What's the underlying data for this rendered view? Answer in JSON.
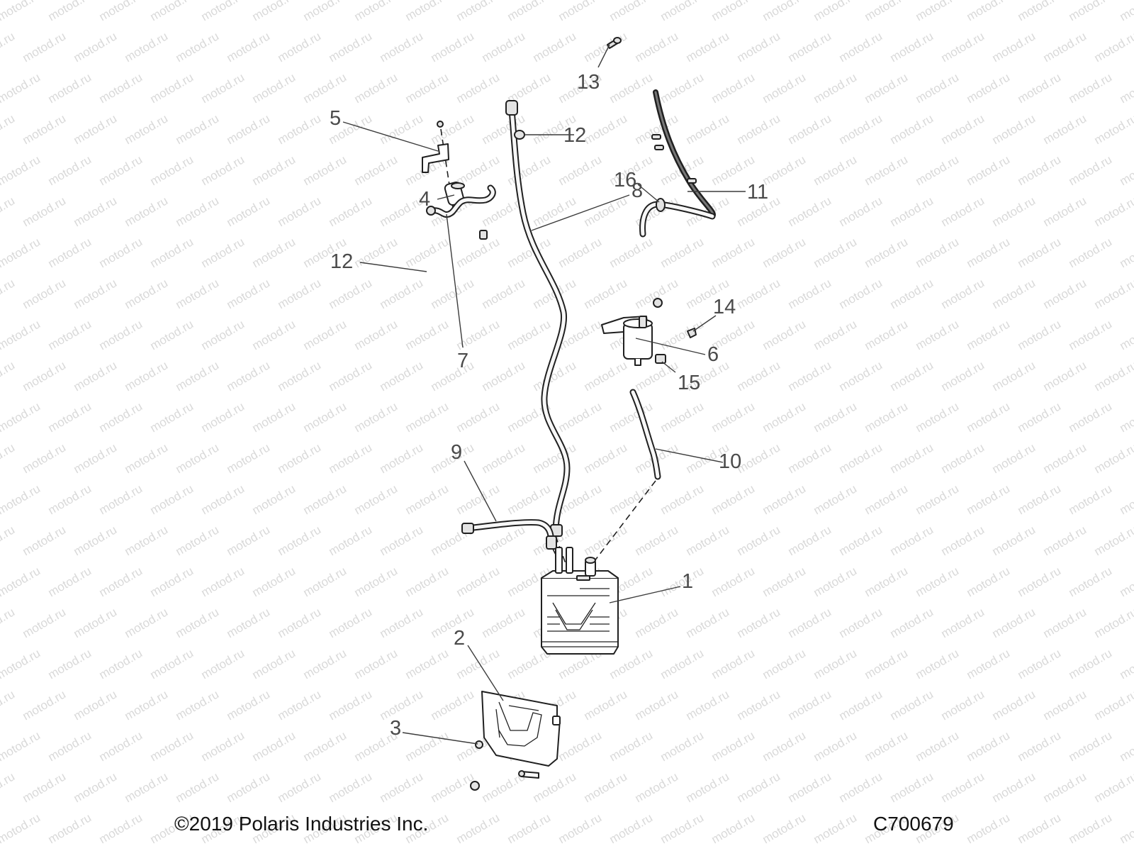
{
  "callouts": [
    {
      "id": "1",
      "label": "1"
    },
    {
      "id": "2",
      "label": "2"
    },
    {
      "id": "3",
      "label": "3"
    },
    {
      "id": "4",
      "label": "4"
    },
    {
      "id": "5",
      "label": "5"
    },
    {
      "id": "6",
      "label": "6"
    },
    {
      "id": "7",
      "label": "7"
    },
    {
      "id": "8",
      "label": "8"
    },
    {
      "id": "9",
      "label": "9"
    },
    {
      "id": "10",
      "label": "10"
    },
    {
      "id": "11",
      "label": "11"
    },
    {
      "id": "12a",
      "label": "12"
    },
    {
      "id": "12b",
      "label": "12"
    },
    {
      "id": "13",
      "label": "13"
    },
    {
      "id": "14",
      "label": "14"
    },
    {
      "id": "15",
      "label": "15"
    },
    {
      "id": "16",
      "label": "16"
    }
  ],
  "watermark": "motod.ru",
  "footer": {
    "copyright": "©2019 Polaris Industries Inc.",
    "drawing_id": "C700679"
  }
}
